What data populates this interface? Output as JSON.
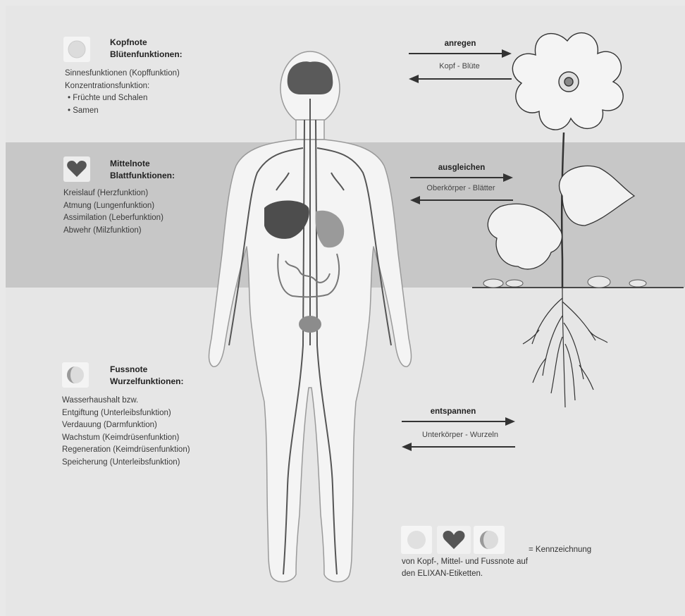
{
  "kopf": {
    "title1": "Kopfnote",
    "title2": "Blütenfunktionen:",
    "lines": [
      "Sinnesfunktionen (Kopffunktion)",
      "Konzentrationsfunktion:",
      "• Früchte und Schalen",
      "• Samen"
    ]
  },
  "mittel": {
    "title1": "Mittelnote",
    "title2": "Blattfunktionen:",
    "lines": [
      "Kreislauf (Herzfunktion)",
      "Atmung (Lungenfunktion)",
      "Assimilation (Leberfunktion)",
      "Abwehr (Milzfunktion)"
    ]
  },
  "fuss": {
    "title1": "Fussnote",
    "title2": "Wurzelfunktionen:",
    "lines": [
      "Wasserhaushalt bzw.",
      "Entgiftung (Unterleibsfunktion)",
      "Verdauung (Darmfunktion)",
      "Wachstum (Keimdrüsenfunktion)",
      "Regeneration (Keimdrüsenfunktion)",
      "Speicherung (Unterleibsfunktion)"
    ]
  },
  "arrows": [
    {
      "verb": "anregen",
      "pair": "Kopf - Blüte"
    },
    {
      "verb": "ausgleichen",
      "pair": "Oberkörper - Blätter"
    },
    {
      "verb": "entspannen",
      "pair": "Unterkörper - Wurzeln"
    }
  ],
  "legend": {
    "line1": "= Kennzeichnung",
    "line2": "von Kopf-, Mittel- und Fussnote auf",
    "line3": "den ELIXAN-Etiketten."
  },
  "colors": {
    "band_mid": "#c7c7c7",
    "band_light": "#e6e6e6",
    "organ_dark": "#555555",
    "body_fill": "#f2f2f2"
  }
}
